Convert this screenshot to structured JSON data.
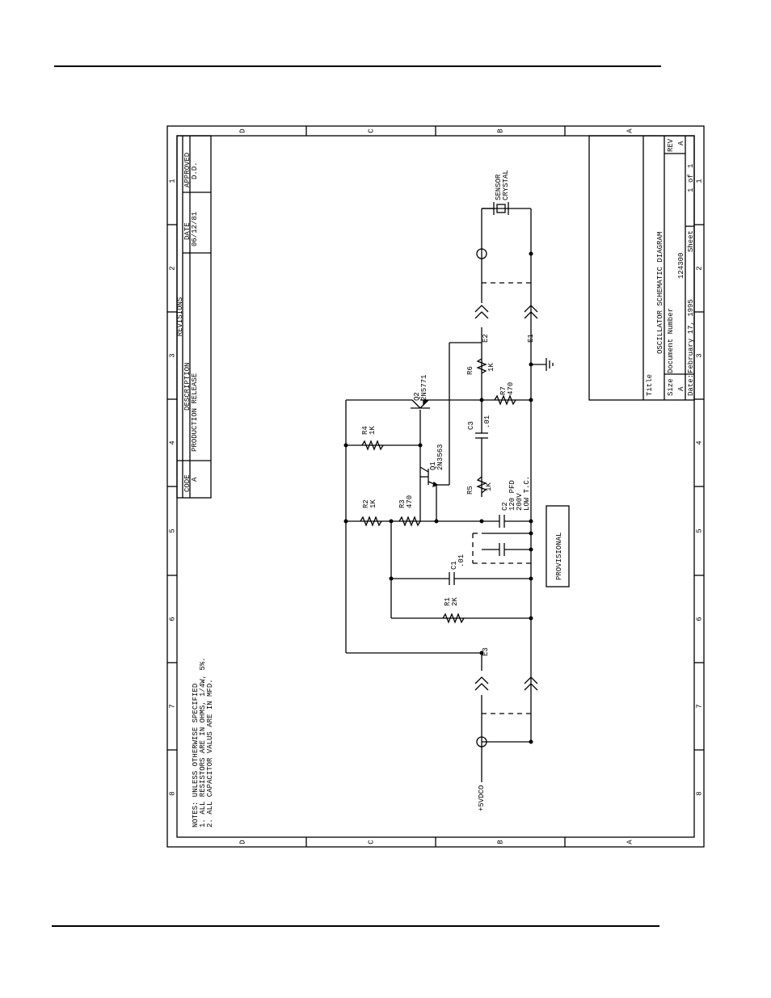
{
  "border": {
    "zones_letters": [
      "D",
      "C",
      "B",
      "A"
    ],
    "zones_numbers": [
      "1",
      "2",
      "3",
      "4",
      "5",
      "6",
      "7",
      "8"
    ]
  },
  "revisions": {
    "heading": "REVISIONS",
    "columns": [
      "CODE",
      "DESCRIPTION",
      "DATE",
      "APPROVED"
    ],
    "rows": [
      {
        "code": "A",
        "description": "PRODUCTION RELEASE",
        "date": "06/12/81",
        "approved": "D.D."
      }
    ]
  },
  "notes": {
    "heading": "NOTES: UNLESS OTHERWISE SPECIFIED",
    "lines": [
      "1. ALL RESISTORS ARE IN OHMS, 1/4W, 5%.",
      "2. ALL CAPACITOR VALUS ARE IN MFD."
    ]
  },
  "components": {
    "q1": {
      "ref": "Q1",
      "part": "2N3563"
    },
    "q2": {
      "ref": "Q2",
      "part": "2N5771"
    },
    "r1": {
      "ref": "R1",
      "value": "2K"
    },
    "r2": {
      "ref": "R2",
      "value": "1K"
    },
    "r3": {
      "ref": "R3",
      "value": "470"
    },
    "r4": {
      "ref": "R4",
      "value": "1K"
    },
    "r5": {
      "ref": "R5",
      "value": "1K"
    },
    "r6": {
      "ref": "R6",
      "value": "1K"
    },
    "r7": {
      "ref": "R7",
      "value": "470"
    },
    "c1": {
      "ref": "C1",
      "value": ".01"
    },
    "c2": {
      "ref": "C2",
      "value": "120 PFD",
      "rating": "200V",
      "note": "LOW T.C."
    },
    "c3": {
      "ref": "C3",
      "value": ".01"
    },
    "e1": "E1",
    "e2": "E2",
    "e3": "E3",
    "power": "+5VDCO",
    "crystal": [
      "SENSOR",
      "CRYSTAL"
    ],
    "provisional": "PROVISIONAL"
  },
  "title_block": {
    "title_label": "Title",
    "title": "OSCILLATOR SCHEMATIC DIAGRAM",
    "size_label": "Size",
    "size": "A",
    "docnum_label": "Document Number",
    "docnum": "124300",
    "rev_label": "REV",
    "rev": "A",
    "date_label": "Date:",
    "date": "February 17, 1995",
    "sheet_label": "Sheet",
    "sheet": "1",
    "sheet_of": "of",
    "sheet_total": "1"
  }
}
